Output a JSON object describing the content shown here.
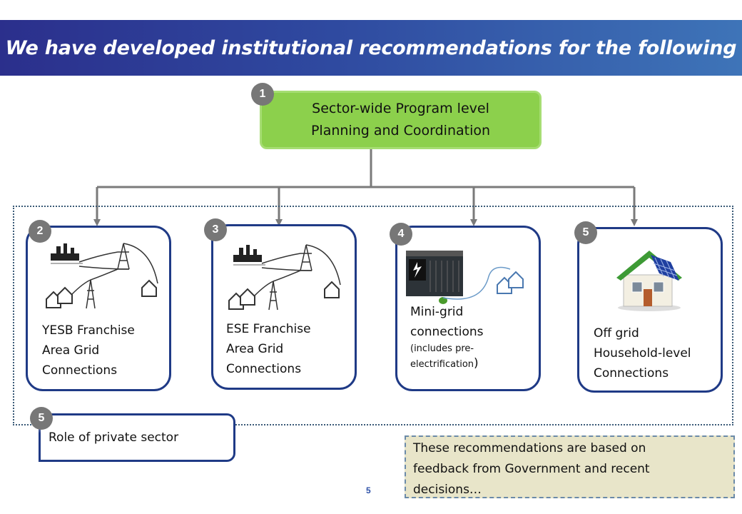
{
  "title": "We have developed institutional recommendations for the following",
  "top_box": {
    "badge": "1",
    "line1": "Sector-wide Program level",
    "line2": "Planning and Coordination"
  },
  "cards": [
    {
      "badge": "2",
      "lines": [
        "YESB Franchise",
        "Area Grid",
        "Connections"
      ],
      "icon": "grid-transmission-icon"
    },
    {
      "badge": "3",
      "lines": [
        "ESE Franchise",
        "Area Grid",
        "Connections"
      ],
      "icon": "grid-transmission-icon"
    },
    {
      "badge": "4",
      "lines": [
        "Mini-grid",
        "connections"
      ],
      "note_open": "(includes pre-",
      "note_close": "electrification",
      "note_paren": ")",
      "icon": "mini-grid-generator-icon"
    },
    {
      "badge": "5",
      "lines": [
        "Off grid",
        "Household-level",
        "Connections"
      ],
      "icon": "solar-house-icon"
    }
  ],
  "role_box": {
    "badge": "5",
    "label": "Role of private sector"
  },
  "note_box": {
    "line1": "These recommendations are based on",
    "line2": "feedback from Government and recent",
    "line3": "decisions…"
  },
  "page_number": "5",
  "colors": {
    "title_bar_start": "#2b2f8c",
    "title_bar_end": "#3e74b8",
    "top_box_fill": "#8cd04c",
    "card_border": "#1f3a86",
    "badge_fill": "#777777",
    "note_fill": "#e8e5c9"
  }
}
